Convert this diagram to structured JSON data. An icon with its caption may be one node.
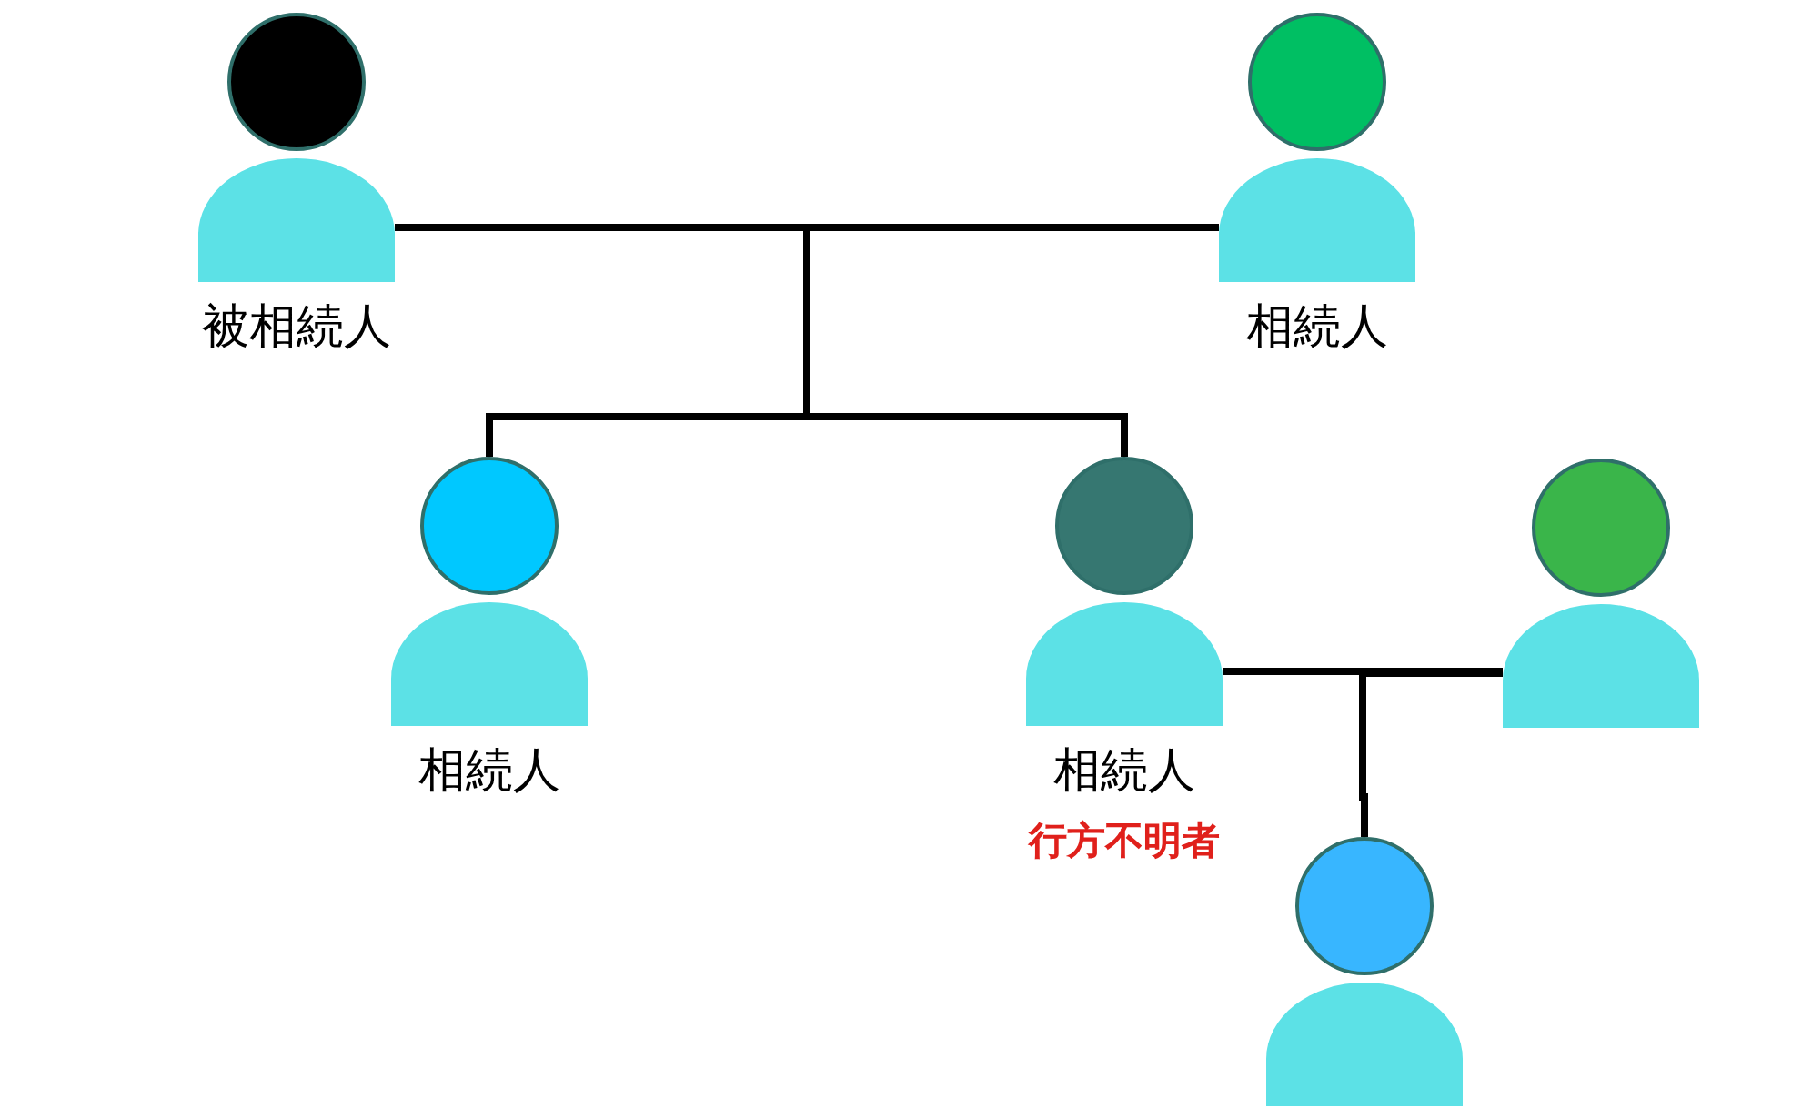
{
  "diagram": {
    "nodes": [
      {
        "text": [
          "被相続人"
        ]
      },
      {
        "text": [
          "相続人"
        ]
      },
      {
        "text": [
          "相続人"
        ]
      },
      {
        "text": [
          "相続人",
          "行方不明者"
        ]
      },
      {
        "text": [],
        "shape": "person"
      },
      {
        "text": [],
        "shape": "person"
      }
    ],
    "edges": [
      {
        "from": 0,
        "to": 1,
        "arrow": "none"
      },
      {
        "from": 0,
        "to": 2,
        "arrow": "none"
      },
      {
        "from": 1,
        "to": 2,
        "arrow": "none"
      },
      {
        "from": 0,
        "to": 3,
        "arrow": "none"
      },
      {
        "from": 1,
        "to": 3,
        "arrow": "none"
      },
      {
        "from": 3,
        "to": 4,
        "arrow": "none"
      },
      {
        "from": 3,
        "to": 5,
        "arrow": "none"
      },
      {
        "from": 4,
        "to": 5,
        "arrow": "none"
      }
    ]
  }
}
